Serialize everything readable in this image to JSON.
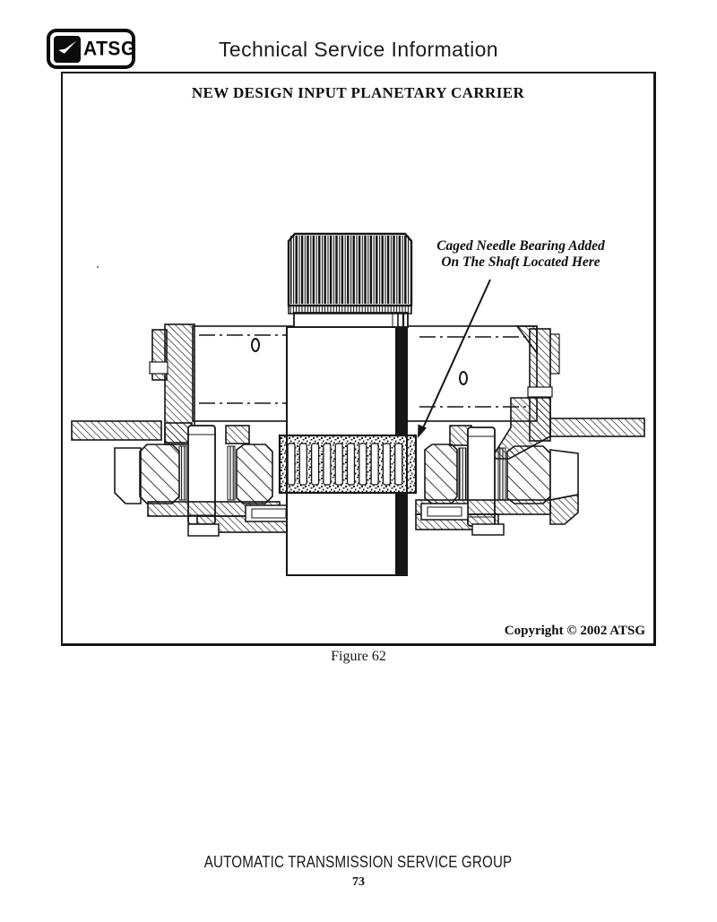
{
  "header": {
    "logo_text": "ATSG",
    "title": "Technical Service Information"
  },
  "figure": {
    "title": "NEW DESIGN INPUT PLANETARY CARRIER",
    "annotation": {
      "line1": "Caged Needle Bearing Added",
      "line2": "On The Shaft Located Here"
    },
    "copyright": "Copyright © 2002 ATSG",
    "caption": "Figure 62"
  },
  "footer": {
    "organization": "AUTOMATIC TRANSMISSION SERVICE GROUP",
    "page_number": "73"
  },
  "colors": {
    "ink": "#111111",
    "paper": "#ffffff"
  }
}
